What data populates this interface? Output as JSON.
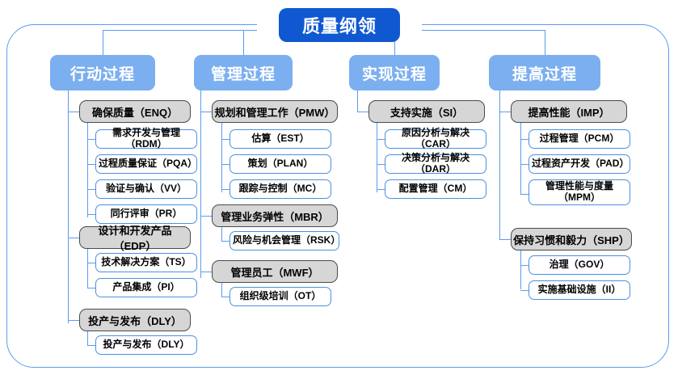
{
  "diagram": {
    "root": {
      "label": "质量纲领"
    },
    "columns": [
      {
        "header": "行动过程",
        "groups": [
          {
            "label": "确保质量（ENQ）",
            "children": [
              "需求开发与管理（RDM）",
              "过程质量保证（PQA）",
              "验证与确认（VV）",
              "同行评审（PR）"
            ]
          },
          {
            "label": "设计和开发产品（EDP）",
            "children": [
              "技术解决方案（TS）",
              "产品集成（PI）"
            ]
          },
          {
            "label": "投产与发布（DLY）",
            "children": [
              "投产与发布（DLY）"
            ]
          }
        ]
      },
      {
        "header": "管理过程",
        "groups": [
          {
            "label": "规划和管理工作（PMW）",
            "children": [
              "估算（EST）",
              "策划（PLAN）",
              "跟踪与控制（MC）"
            ]
          },
          {
            "label": "管理业务弹性（MBR）",
            "children": [
              "风险与机会管理（RSK）"
            ]
          },
          {
            "label": "管理员工（MWF）",
            "children": [
              "组织级培训（OT）"
            ]
          }
        ]
      },
      {
        "header": "实现过程",
        "groups": [
          {
            "label": "支持实施（SI）",
            "children": [
              "原因分析与解决（CAR）",
              "决策分析与解决（DAR）",
              "配置管理（CM）"
            ]
          }
        ]
      },
      {
        "header": "提高过程",
        "groups": [
          {
            "label": "提高性能（IMP）",
            "children": [
              "过程管理（PCM）",
              "过程资产开发（PAD）",
              "管理性能与度量（MPM）"
            ]
          },
          {
            "label": "保持习惯和毅力（SHP）",
            "children": [
              "治理（GOV）",
              "实施基础设施（II）"
            ]
          }
        ]
      }
    ]
  },
  "colors": {
    "root_fill": "#1058d2",
    "header_fill": "#7cafef",
    "group_fill": "#d6d6d6",
    "group_border": "#4a4a4a",
    "leaf_border": "#4a90e2",
    "connector": "#5b9bf0",
    "frame_border": "#5b9bf0"
  }
}
